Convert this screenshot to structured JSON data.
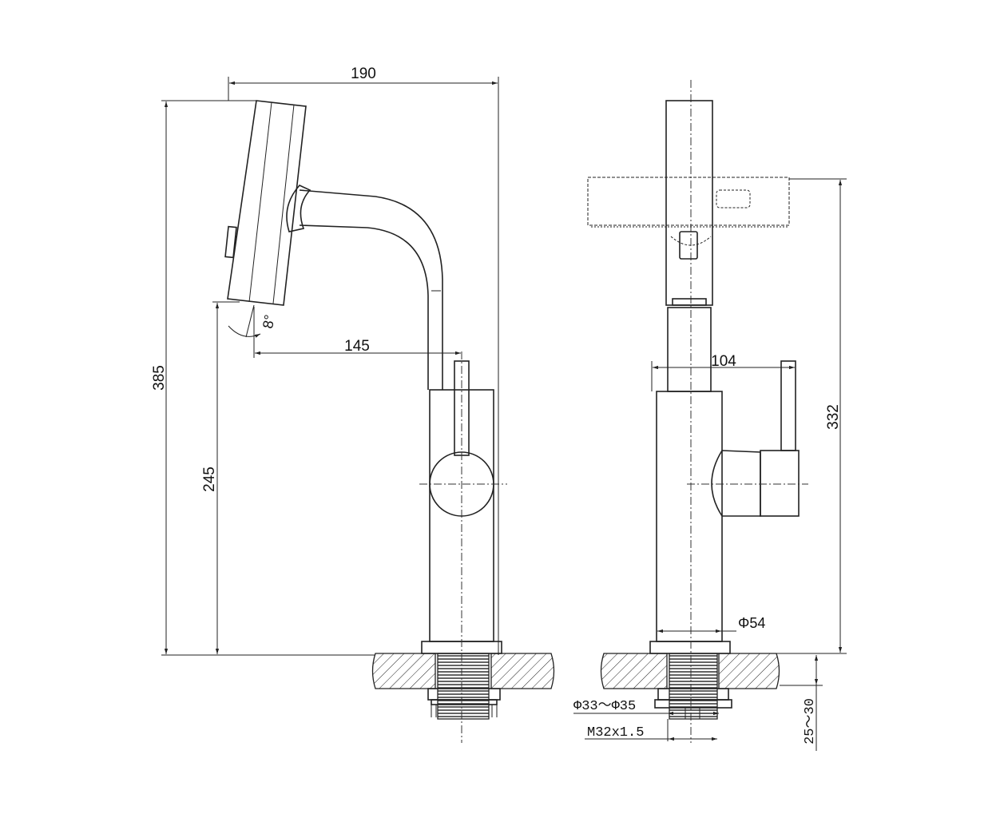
{
  "dimensions": {
    "side_width": "190",
    "side_total_height": "385",
    "side_spout_reach": "145",
    "side_body_height": "245",
    "tilt_angle": "8°",
    "front_lever_offset": "104",
    "front_height": "332",
    "body_diameter": "Φ54",
    "hole_diameter": "Φ33～Φ35",
    "thread": "M32x1.5",
    "counter_thickness": "25～30"
  },
  "colors": {
    "line": "#222222",
    "background": "#ffffff"
  }
}
